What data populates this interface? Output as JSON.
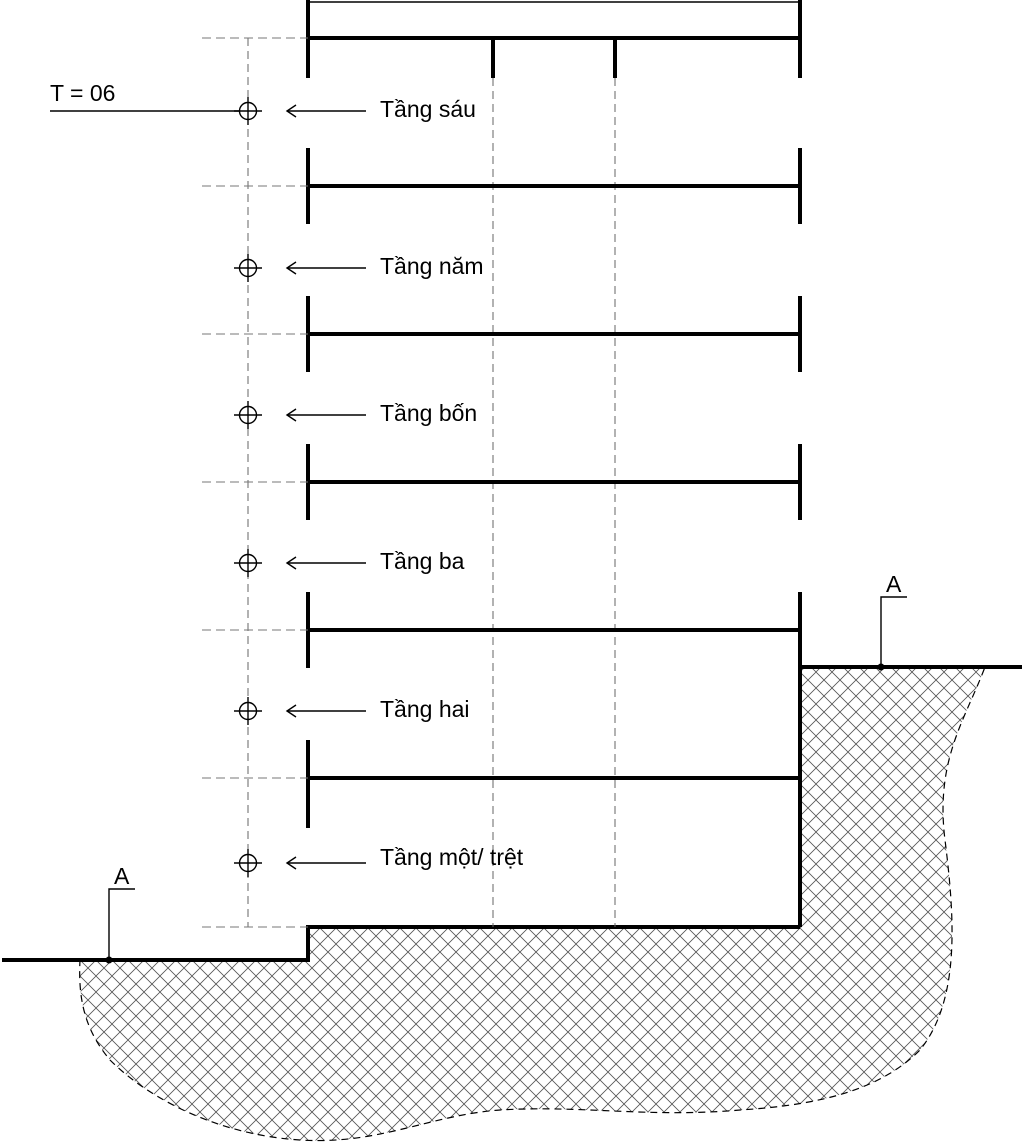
{
  "total_floors_label": "T = 06",
  "floors": [
    {
      "id": "6",
      "label": "Tầng sáu"
    },
    {
      "id": "5",
      "label": "Tầng năm"
    },
    {
      "id": "4",
      "label": "Tầng bốn"
    },
    {
      "id": "3",
      "label": "Tầng ba"
    },
    {
      "id": "2",
      "label": "Tầng hai"
    },
    {
      "id": "1",
      "label": "Tầng một/ trệt"
    }
  ],
  "ground_markers": [
    {
      "id": "left",
      "label": "A"
    },
    {
      "id": "right",
      "label": "A"
    }
  ]
}
